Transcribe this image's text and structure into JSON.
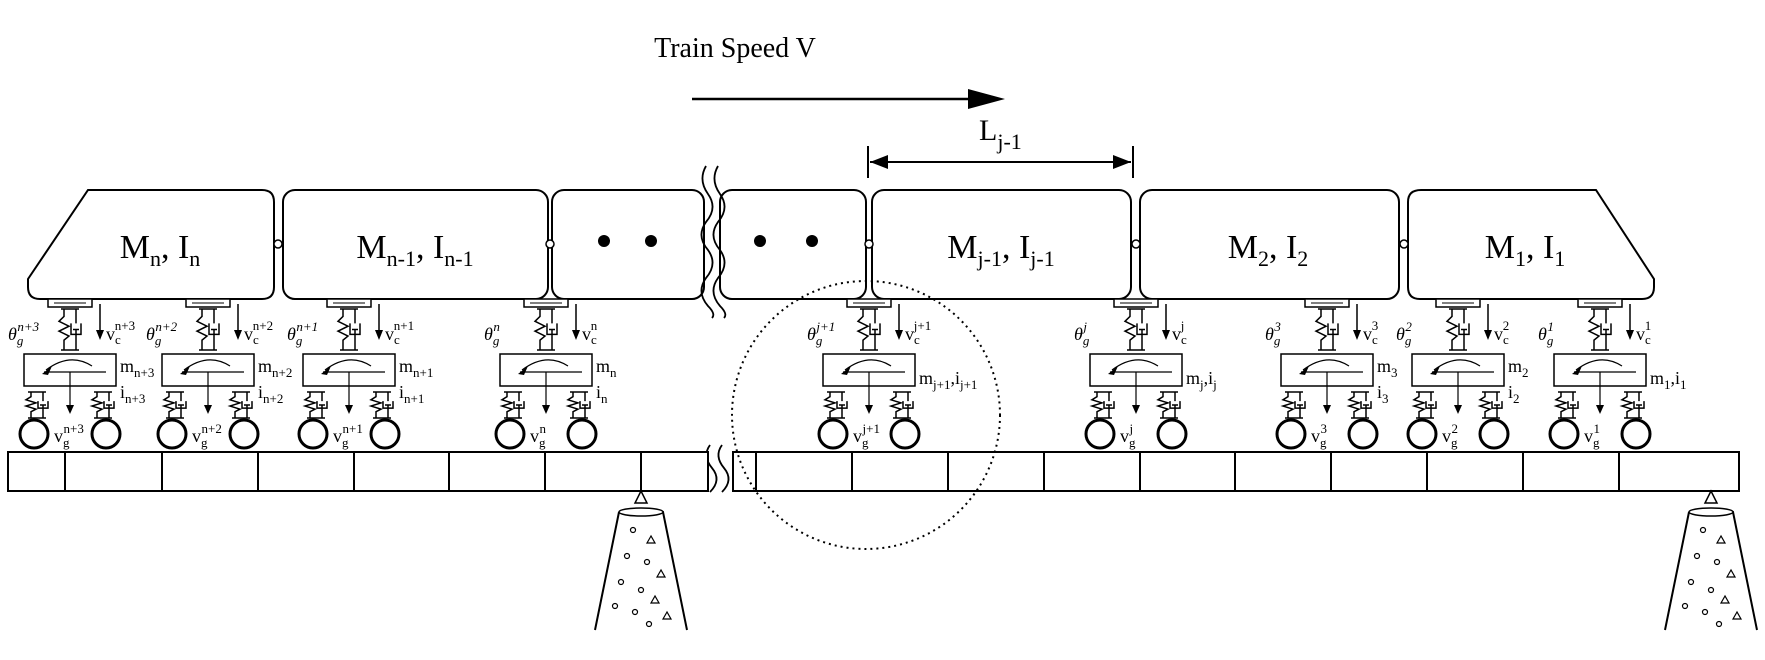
{
  "diagram": {
    "speed_label": "Train Speed V",
    "span_label": {
      "main": "L",
      "sub": "j-1"
    },
    "cars": [
      {
        "m": "n",
        "i": "n",
        "type": "label"
      },
      {
        "m": "n-1",
        "i": "n-1",
        "type": "label"
      },
      {
        "type": "dots"
      },
      {
        "type": "dots"
      },
      {
        "m": "j-1",
        "i": "j-1",
        "type": "label"
      },
      {
        "m": "2",
        "i": "2",
        "type": "label"
      },
      {
        "m": "1",
        "i": "1",
        "type": "label"
      }
    ],
    "bogies": [
      {
        "theta_sup": "n+3",
        "vc_sup": "n+3",
        "m_sub": "n+3",
        "i_sub": "n+3",
        "vg_sup": "n+3",
        "stacked": true
      },
      {
        "theta_sup": "n+2",
        "vc_sup": "n+2",
        "m_sub": "n+2",
        "i_sub": "n+2",
        "vg_sup": "n+2",
        "stacked": true
      },
      {
        "theta_sup": "n+1",
        "vc_sup": "n+1",
        "m_sub": "n+1",
        "i_sub": "n+1",
        "vg_sup": "n+1",
        "stacked": true
      },
      {
        "theta_sup": "n",
        "vc_sup": "n",
        "m_sub": "n",
        "i_sub": "n",
        "vg_sup": "n",
        "stacked": true
      },
      {
        "theta_sup": "j+1",
        "vc_sup": "j+1",
        "m_sub": "j+1",
        "i_sub": "j+1",
        "vg_sup": "j+1",
        "stacked": false
      },
      {
        "theta_sup": "j",
        "vc_sup": "j",
        "m_sub": "j",
        "i_sub": "j",
        "vg_sup": "j",
        "stacked": false
      },
      {
        "theta_sup": "3",
        "vc_sup": "3",
        "m_sub": "3",
        "i_sub": "3",
        "vg_sup": "3",
        "stacked": true
      },
      {
        "theta_sup": "2",
        "vc_sup": "2",
        "m_sub": "2",
        "i_sub": "2",
        "vg_sup": "2",
        "stacked": true
      },
      {
        "theta_sup": "1",
        "vc_sup": "1",
        "m_sub": "1",
        "i_sub": "1",
        "vg_sup": "1",
        "stacked": false
      }
    ],
    "symbols": {
      "M": "M",
      "I": "I",
      "m": "m",
      "i": "i",
      "v": "v",
      "theta": "θ",
      "c": "c",
      "g": "g",
      "sep": ", ",
      "comma": ","
    }
  }
}
